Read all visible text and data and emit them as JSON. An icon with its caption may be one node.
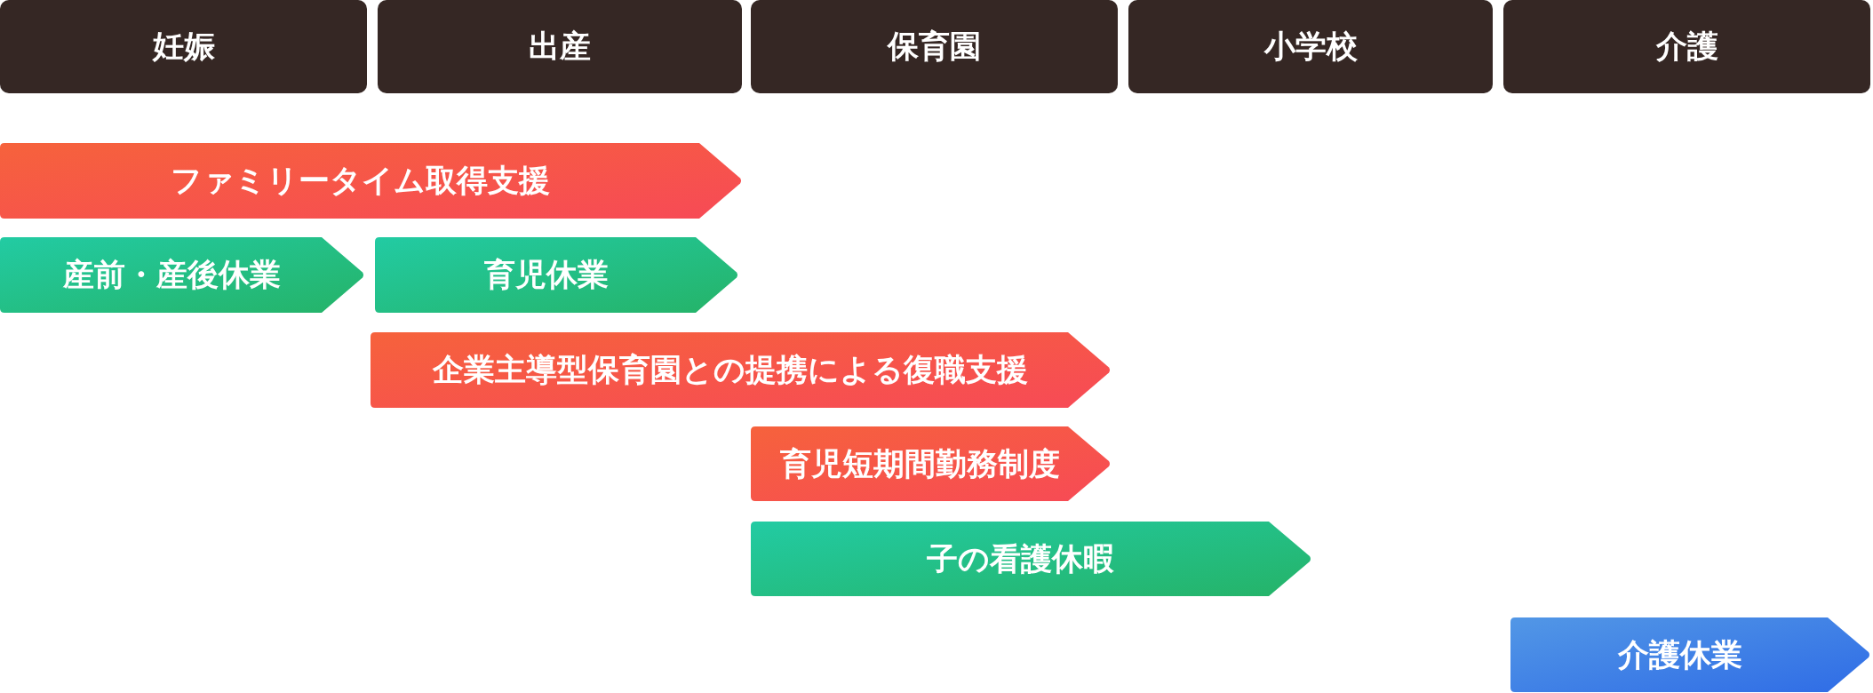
{
  "diagram": {
    "nodes": [
      {
        "text": [
          "妊娠"
        ]
      },
      {
        "text": [
          "出産"
        ]
      },
      {
        "text": [
          "保育園"
        ]
      },
      {
        "text": [
          "小学校"
        ]
      },
      {
        "text": [
          "介護"
        ]
      },
      {
        "text": [
          "ファミリータイム取得支援"
        ]
      },
      {
        "text": [
          "産前・産後休業"
        ]
      },
      {
        "text": [
          "育児休業"
        ]
      },
      {
        "text": [
          "企業主導型保育園との提携による復職支援"
        ]
      },
      {
        "text": [
          "育児短期間勤務制度"
        ]
      },
      {
        "text": [
          "子の看護休暇"
        ]
      },
      {
        "text": [
          "介護休業"
        ]
      }
    ]
  }
}
